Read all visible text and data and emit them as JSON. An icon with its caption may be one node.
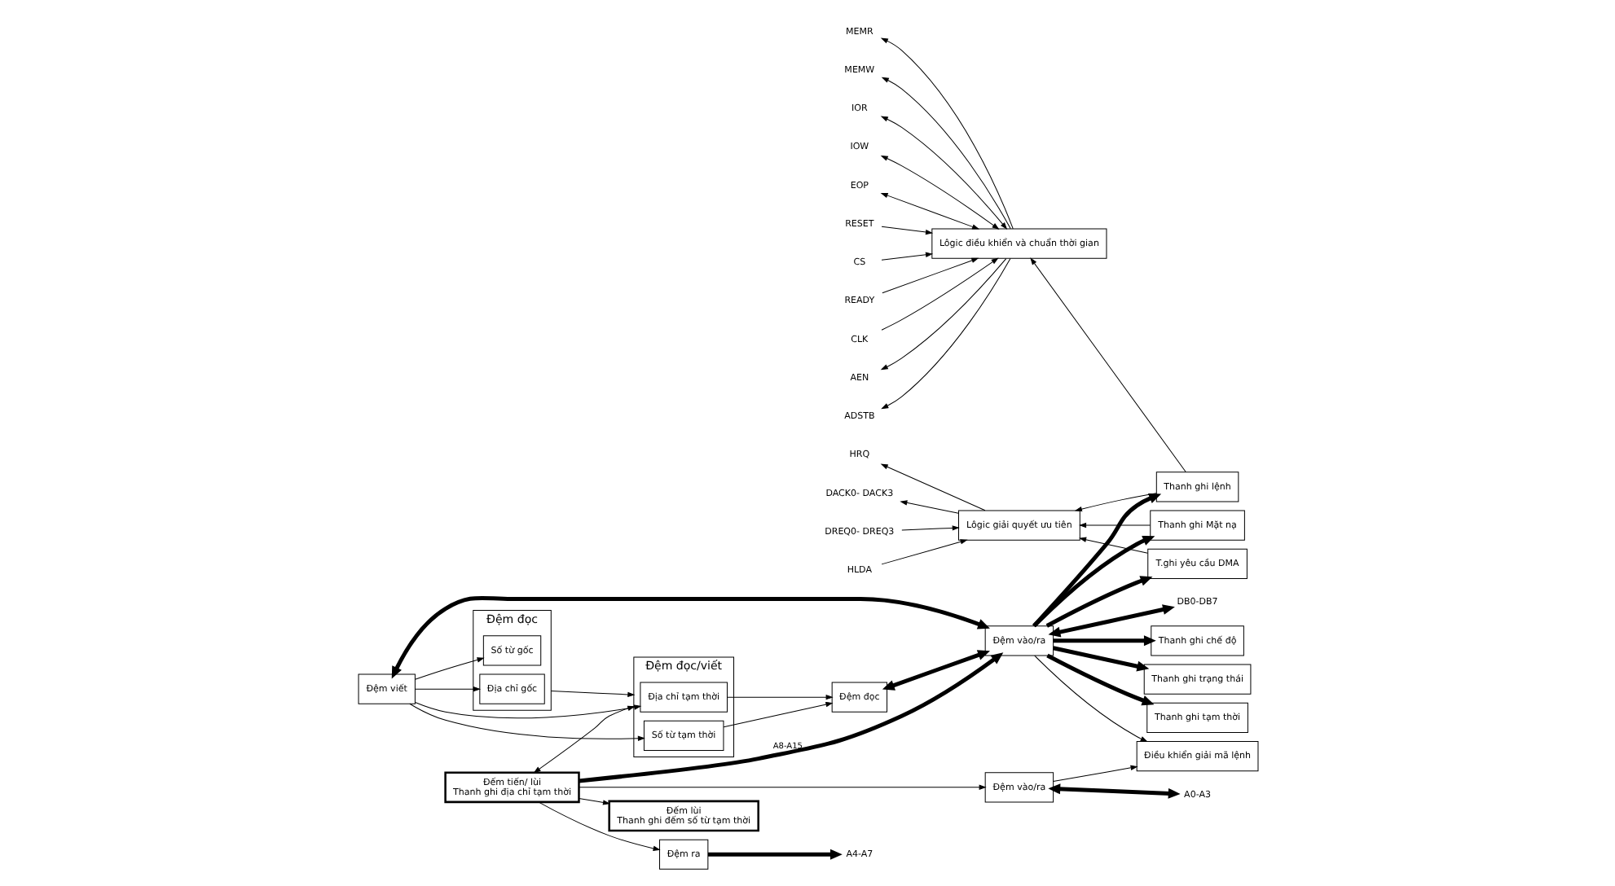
{
  "diagram": {
    "nodes": [
      {
        "text": [
          "EOP"
        ]
      },
      {
        "text": [
          "RESET"
        ]
      },
      {
        "text": [
          "CS"
        ]
      },
      {
        "text": [
          "READY"
        ]
      },
      {
        "text": [
          "CLK"
        ]
      },
      {
        "text": [
          "AEN"
        ]
      },
      {
        "text": [
          "ADSTB"
        ]
      },
      {
        "text": [
          "MEMR"
        ]
      },
      {
        "text": [
          "MEMW"
        ]
      },
      {
        "text": [
          "IOR"
        ]
      },
      {
        "text": [
          "IOW"
        ]
      },
      {
        "text": [
          "Lôgic điều khiển và chuẩn thời gian"
        ]
      },
      {
        "text": [
          "DREQ0- DREQ3"
        ]
      },
      {
        "text": [
          "HLDA"
        ]
      },
      {
        "text": [
          "HRQ"
        ]
      },
      {
        "text": [
          "DACK0- DACK3"
        ]
      },
      {
        "text": [
          "Lôgic giải quyết ưu tiên"
        ]
      },
      {
        "text": [
          "Đếm lùi",
          "Thanh ghi đếm số từ tạm thời"
        ]
      },
      {
        "text": [
          "Đếm tiến/ lùi",
          "Thanh ghi địa chỉ tạm thời"
        ]
      },
      {
        "text": [
          "Đệm đọc"
        ]
      },
      {
        "text": [
          "Địa chỉ gốc"
        ],
        "in": 19
      },
      {
        "text": [
          "Số từ gốc"
        ],
        "in": 19
      },
      {
        "text": [
          "Đệm đọc/viết"
        ]
      },
      {
        "text": [
          "Địa chỉ tạm thời"
        ],
        "in": 22
      },
      {
        "text": [
          "Số từ tạm thời"
        ],
        "in": 22
      },
      {
        "text": [
          "Đệm viết"
        ]
      },
      {
        "text": [
          "Đệm đọc"
        ]
      },
      {
        "text": [
          "Điều khiển giải mã lệnh"
        ]
      },
      {
        "text": [
          "Đệm vào/ra"
        ]
      },
      {
        "text": [
          "A0-A3"
        ]
      },
      {
        "text": [
          "Đệm ra"
        ]
      },
      {
        "text": [
          "A4-A7"
        ]
      },
      {
        "text": [
          "Thanh ghi lệnh"
        ]
      },
      {
        "text": [
          "Thanh ghi Mặt nạ"
        ]
      },
      {
        "text": [
          "T.ghi yêu cầu DMA"
        ]
      },
      {
        "text": [
          "Thanh ghi chế độ"
        ]
      },
      {
        "text": [
          "Thanh ghi trạng thái"
        ]
      },
      {
        "text": [
          "Thanh ghi tạm thời"
        ]
      },
      {
        "text": [
          "Đệm vào/ra"
        ]
      },
      {
        "text": [
          "DB0-DB7"
        ]
      }
    ],
    "edges": [
      {
        "from": 0,
        "to": 11,
        "arrow": "both"
      },
      {
        "from": 1,
        "to": 11,
        "arrow": "to"
      },
      {
        "from": 2,
        "to": 11,
        "arrow": "to"
      },
      {
        "from": 3,
        "to": 11,
        "arrow": "to"
      },
      {
        "from": 4,
        "to": 11,
        "arrow": "to"
      },
      {
        "from": 11,
        "to": 5,
        "arrow": "to"
      },
      {
        "from": 11,
        "to": 6,
        "arrow": "to"
      },
      {
        "from": 11,
        "to": 7,
        "arrow": "to"
      },
      {
        "from": 11,
        "to": 8,
        "arrow": "to"
      },
      {
        "from": 9,
        "to": 11,
        "arrow": "both"
      },
      {
        "from": 10,
        "to": 11,
        "arrow": "both"
      },
      {
        "from": 12,
        "to": 16,
        "arrow": "to"
      },
      {
        "from": 13,
        "to": 16,
        "arrow": "to"
      },
      {
        "from": 16,
        "to": 14,
        "arrow": "to"
      },
      {
        "from": 16,
        "to": 15,
        "arrow": "to"
      },
      {
        "from": 32,
        "to": 11,
        "arrow": "to"
      },
      {
        "from": 32,
        "to": 16,
        "arrow": "to"
      },
      {
        "from": 33,
        "to": 16,
        "arrow": "to"
      },
      {
        "from": 34,
        "to": 16,
        "arrow": "to"
      },
      {
        "from": 18,
        "to": 17,
        "arrow": "to"
      },
      {
        "from": 18,
        "to": 22,
        "arrow": "both"
      },
      {
        "from": 19,
        "to": 22,
        "arrow": "to"
      },
      {
        "from": 25,
        "to": 20,
        "arrow": "to"
      },
      {
        "from": 25,
        "to": 21,
        "arrow": "to"
      },
      {
        "from": 25,
        "to": 23,
        "arrow": "to"
      },
      {
        "from": 25,
        "to": 24,
        "arrow": "to"
      },
      {
        "from": 23,
        "to": 26,
        "arrow": "to"
      },
      {
        "from": 24,
        "to": 26,
        "arrow": "to"
      },
      {
        "from": 18,
        "to": 28,
        "arrow": "to"
      },
      {
        "from": 18,
        "to": 30,
        "arrow": "to"
      },
      {
        "from": 18,
        "to": 38,
        "arrow": "to",
        "label": "A8-A15",
        "style": "thick"
      },
      {
        "from": 28,
        "to": 27,
        "arrow": "to"
      },
      {
        "from": 38,
        "to": 27,
        "arrow": "to"
      },
      {
        "from": 28,
        "to": 29,
        "arrow": "both",
        "style": "thick"
      },
      {
        "from": 30,
        "to": 31,
        "arrow": "to",
        "style": "thick"
      },
      {
        "from": 25,
        "to": 38,
        "arrow": "both",
        "style": "thick"
      },
      {
        "from": 26,
        "to": 38,
        "arrow": "both",
        "style": "thick"
      },
      {
        "from": 38,
        "to": 32,
        "arrow": "to",
        "style": "thick"
      },
      {
        "from": 38,
        "to": 33,
        "arrow": "to",
        "style": "thick"
      },
      {
        "from": 38,
        "to": 34,
        "arrow": "to",
        "style": "thick"
      },
      {
        "from": 38,
        "to": 35,
        "arrow": "to",
        "style": "thick"
      },
      {
        "from": 38,
        "to": 36,
        "arrow": "to",
        "style": "thick"
      },
      {
        "from": 38,
        "to": 37,
        "arrow": "to",
        "style": "thick"
      },
      {
        "from": 38,
        "to": 39,
        "arrow": "both",
        "style": "thick"
      }
    ]
  }
}
